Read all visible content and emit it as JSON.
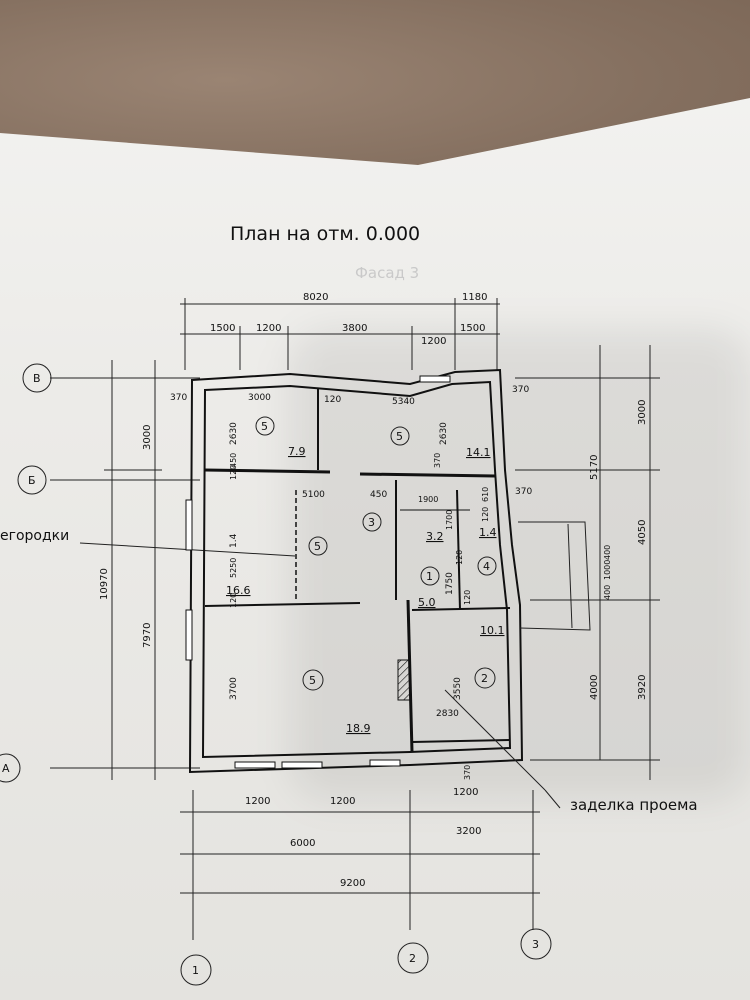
{
  "drawing": {
    "title": "План на отм. 0.000",
    "faded_label": "Фасад 3",
    "callouts": {
      "partitions": "егородки",
      "opening_fill": "заделка проема"
    },
    "axes": {
      "letters": [
        "В",
        "Б",
        "А"
      ],
      "numbers": [
        "1",
        "2",
        "3"
      ]
    },
    "dimensions_top": {
      "overall": "8020",
      "right": "1180",
      "segments": [
        "1500",
        "1200",
        "3800",
        "1200",
        "1500"
      ]
    },
    "dimensions_bottom": {
      "row1": [
        "1200",
        "1200",
        "1200"
      ],
      "row2": [
        "6000",
        "3200"
      ],
      "total": "9200"
    },
    "dimensions_left": [
      "3000",
      "10970",
      "7970"
    ],
    "dimensions_right": [
      "3000",
      "5170",
      "4050",
      "400",
      "1000",
      "400",
      "4000",
      "3920"
    ],
    "interior_dims": [
      "370",
      "3000",
      "120",
      "5340",
      "370",
      "2630",
      "2630",
      "450",
      "120",
      "370",
      "450",
      "5100",
      "1900",
      "610",
      "120",
      "1700",
      "3.2",
      "1.4",
      "120",
      "5250",
      "120",
      "1750",
      "120",
      "3700",
      "120",
      "3550",
      "2830",
      "370",
      "370",
      "120"
    ],
    "rooms": [
      {
        "number": "5",
        "area": "7.9"
      },
      {
        "number": "5",
        "area": "14.1"
      },
      {
        "number": "5",
        "area": "16.6"
      },
      {
        "number": "3",
        "area": "3.2"
      },
      {
        "number": "4",
        "area": "1.4"
      },
      {
        "number": "1",
        "area": "5.0"
      },
      {
        "number": "2",
        "area": "10.1"
      },
      {
        "number": "5",
        "area": "18.9"
      }
    ]
  }
}
